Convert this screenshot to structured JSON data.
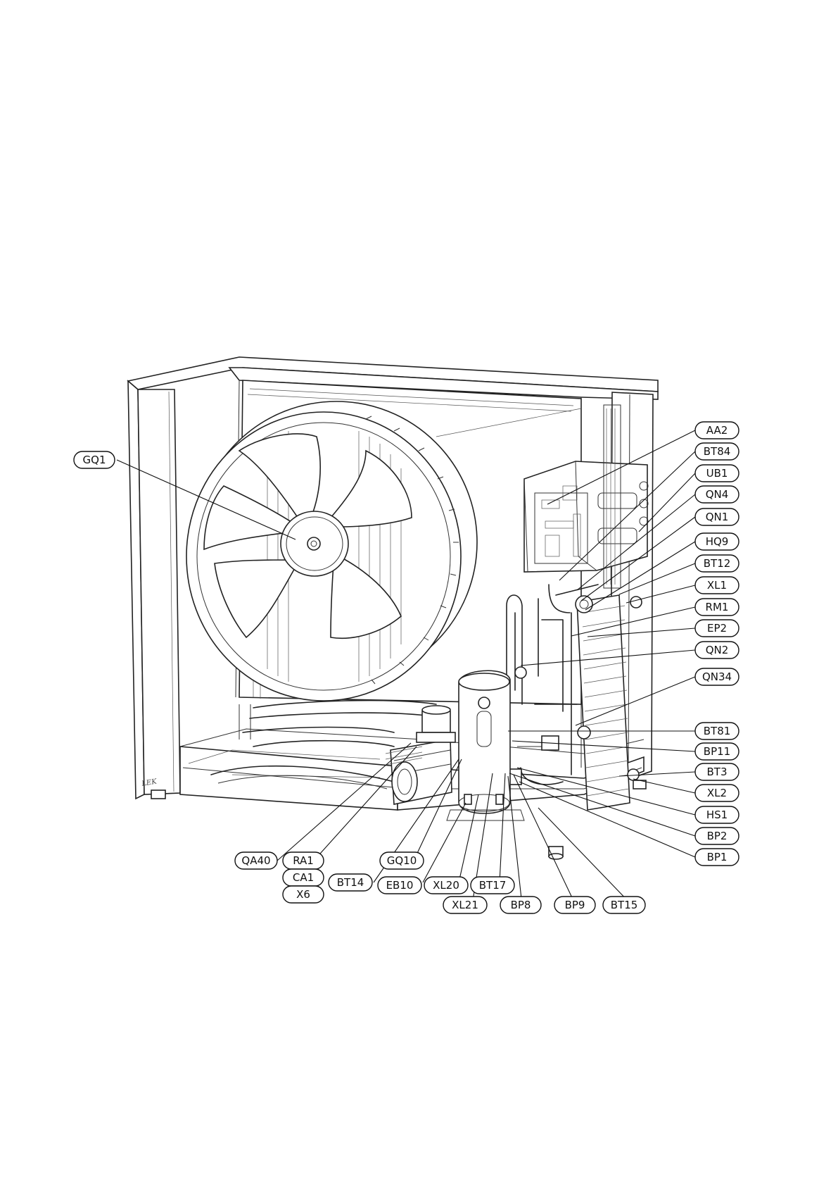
{
  "brand_mark": "LEK",
  "labels": {
    "GQ1": "GQ1",
    "AA2": "AA2",
    "BT84": "BT84",
    "UB1": "UB1",
    "QN4": "QN4",
    "QN1": "QN1",
    "HQ9": "HQ9",
    "BT12": "BT12",
    "XL1": "XL1",
    "RM1": "RM1",
    "EP2": "EP2",
    "QN2": "QN2",
    "QN34": "QN34",
    "BT81": "BT81",
    "BP11": "BP11",
    "BT3": "BT3",
    "XL2": "XL2",
    "HS1": "HS1",
    "BP2": "BP2",
    "BP1": "BP1",
    "QA40": "QA40",
    "RA1": "RA1",
    "CA1": "CA1",
    "X6": "X6",
    "BT14": "BT14",
    "GQ10": "GQ10",
    "EB10": "EB10",
    "XL20": "XL20",
    "BT17": "BT17",
    "XL21": "XL21",
    "BP8": "BP8",
    "BP9": "BP9",
    "BT15": "BT15"
  }
}
